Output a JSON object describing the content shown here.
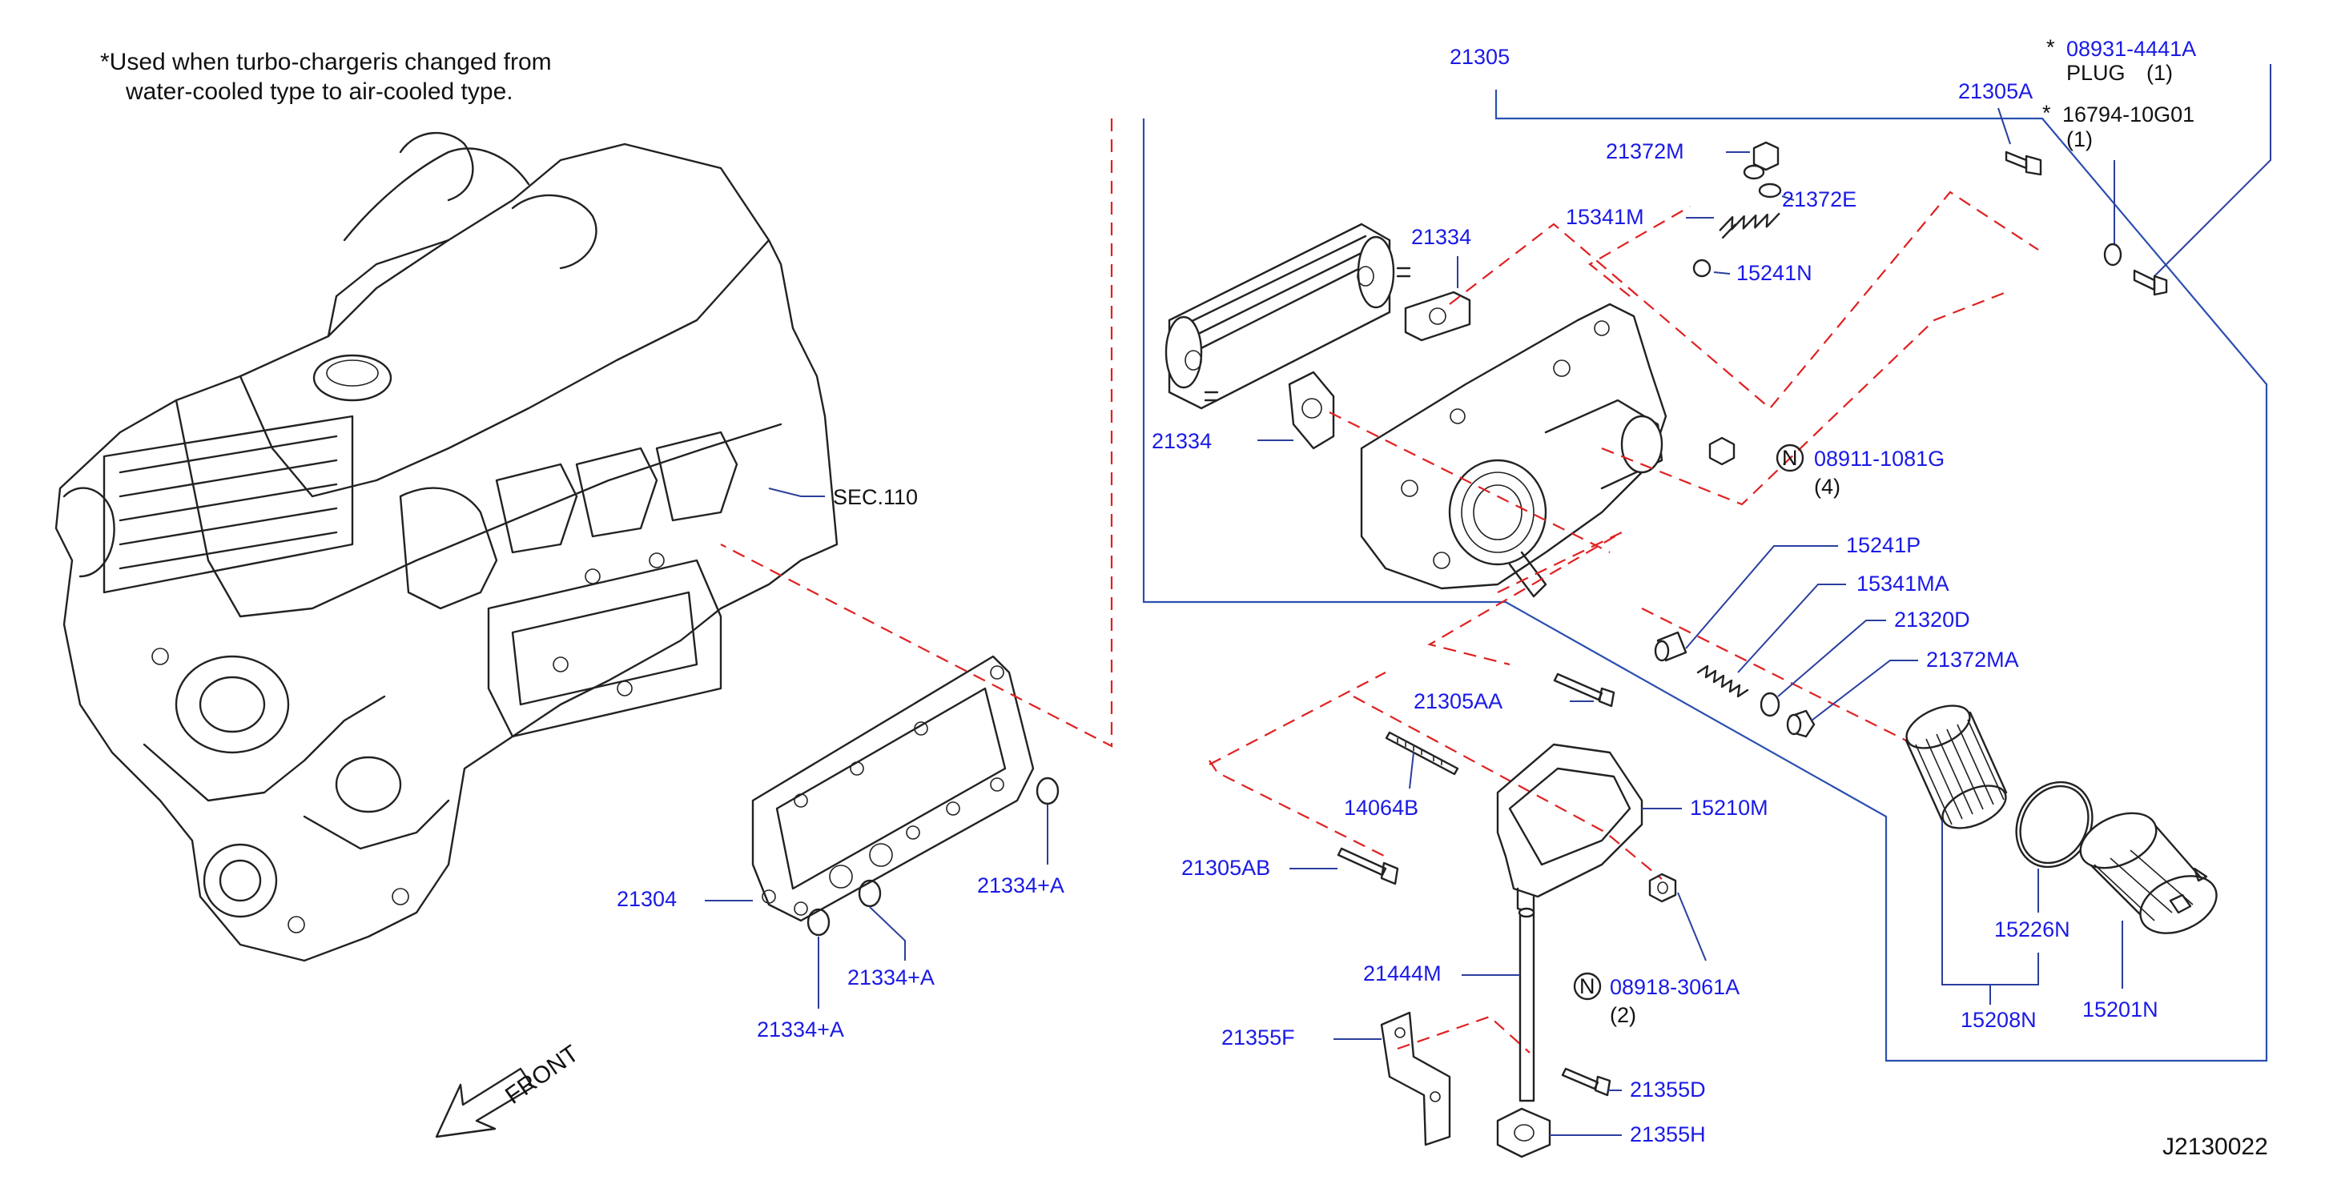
{
  "note": {
    "line1": "*Used  when  turbo-chargeris  changed  from",
    "line2": "water-cooled  type  to  air-cooled  type."
  },
  "labels": {
    "p21305": "21305",
    "p21305A": "21305A",
    "p21372M": "21372M",
    "p21372E": "21372E",
    "p15341M": "15341M",
    "p15241N": "15241N",
    "p21334_top": "21334",
    "p21334_left": "21334",
    "p08911": "08911-1081G",
    "q08911": "(4)",
    "p15241P": "15241P",
    "p15341MA": "15341MA",
    "p21320D": "21320D",
    "p21372MA": "21372MA",
    "p21305AA": "21305AA",
    "p14064B": "14064B",
    "p15210M": "15210M",
    "p21305AB": "21305AB",
    "p21444M": "21444M",
    "p08918": "08918-3061A",
    "q08918": "(2)",
    "p21355F": "21355F",
    "p21355D": "21355D",
    "p21355H": "21355H",
    "p15226N": "15226N",
    "p15208N": "15208N",
    "p15201N": "15201N",
    "p21304": "21304",
    "p21334A_1": "21334+A",
    "p21334A_2": "21334+A",
    "p21334A_3": "21334+A",
    "sec110": "SEC.110",
    "front": "FRONT",
    "diagram_code": "J2130022"
  },
  "callouts": {
    "plug_star": "*",
    "plug_part": "08931-4441A",
    "plug_name": "PLUG",
    "plug_qty": "(1)",
    "bolt_star": "*",
    "bolt_part": "16794-10G01",
    "bolt_qty": "(1)",
    "nut_symbol": "N",
    "nut_symbol_2": "N"
  },
  "colors": {
    "part_number": "#1a1ae6",
    "dashed_line": "#e02020",
    "group_frame": "#2a4fb0",
    "drawing": "#222222"
  }
}
